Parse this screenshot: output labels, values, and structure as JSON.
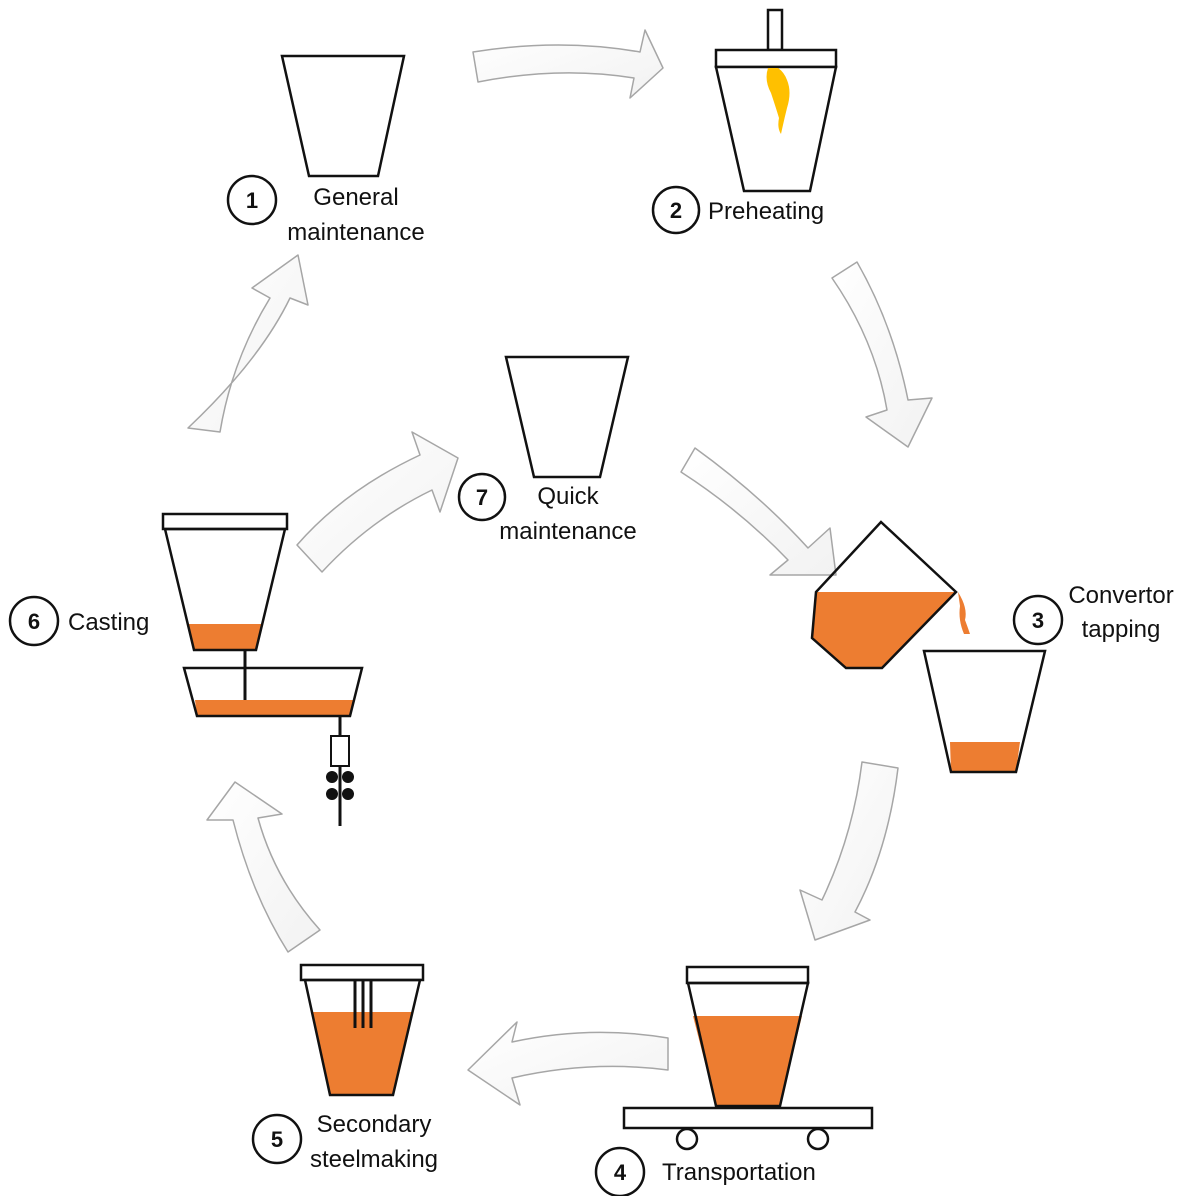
{
  "colors": {
    "steel": "#ed7d31",
    "flame": "#ffc000",
    "outline": "#111111",
    "arrow_stroke": "#a6a6a6"
  },
  "steps": [
    {
      "number": "1",
      "line1": "General",
      "line2": "maintenance"
    },
    {
      "number": "2",
      "line1": "Preheating",
      "line2": ""
    },
    {
      "number": "3",
      "line1": "Convertor",
      "line2": "tapping"
    },
    {
      "number": "4",
      "line1": "Transportation",
      "line2": ""
    },
    {
      "number": "5",
      "line1": "Secondary",
      "line2": "steelmaking"
    },
    {
      "number": "6",
      "line1": "Casting",
      "line2": ""
    },
    {
      "number": "7",
      "line1": "Quick",
      "line2": "maintenance"
    }
  ]
}
